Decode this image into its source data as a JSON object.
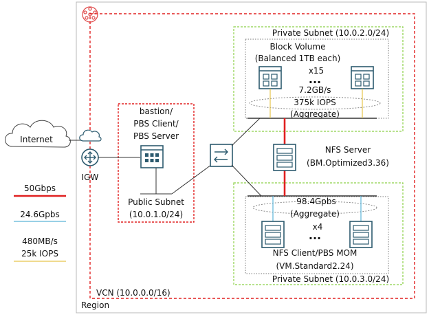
{
  "labels": {
    "region": "Region",
    "vcn": "VCN (10.0.0.0/16)",
    "internet": "Internet",
    "igw": "IGW",
    "bastion_line1": "bastion/",
    "bastion_line2": "PBS Client/",
    "bastion_line3": "PBS Server",
    "public_subnet_line1": "Public Subnet",
    "public_subnet_line2": "(10.0.1.0/24)",
    "private_subnet_top": "Private Subnet (10.0.2.0/24)",
    "block_volume_line1": "Block Volume",
    "block_volume_line2": "(Balanced 1TB each)",
    "block_count": "x15",
    "block_dots": "...",
    "block_throughput": "7.2GB/s",
    "block_iops": "375k IOPS",
    "block_aggregate": "(Aggregate)",
    "nfs_server_line1": "NFS Server",
    "nfs_server_line2": "(BM.Optimized3.36)",
    "client_throughput": "98.4Gpbs",
    "client_aggregate": "(Aggregate)",
    "client_count": "x4",
    "client_dots": "...",
    "client_line1": "NFS Client/PBS MOM",
    "client_line2": "(VM.Standard2.24)",
    "private_subnet_bottom": "Private Subnet (10.0.3.0/24)"
  },
  "legend": [
    {
      "label": "50Gbps",
      "color": "#e02020"
    },
    {
      "label": "24.6Gpbs",
      "color": "#5ab4d8"
    },
    {
      "label": "480MB/s",
      "label2": "25k IOPS",
      "color": "#e6c44a"
    }
  ],
  "colors": {
    "region_border": "#b8b8b8",
    "vcn_border": "#e02020",
    "public_subnet_border": "#e02020",
    "private_subnet_border": "#8cd048",
    "icon_stroke": "#2c5a6e",
    "icon_fill": "#ffffff",
    "line": "#333333"
  }
}
